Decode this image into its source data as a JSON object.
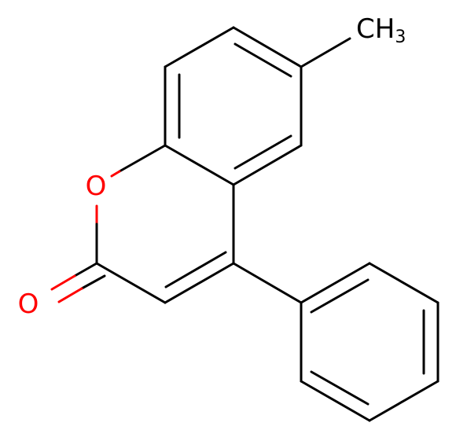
{
  "structure": {
    "atoms": {
      "ring_oxygen": "O",
      "carbonyl_oxygen": "O",
      "methyl_main": "CH",
      "methyl_sub": "3"
    }
  },
  "colors": {
    "carbon": "#000000",
    "oxygen": "#ff0000",
    "background": "#ffffff"
  }
}
